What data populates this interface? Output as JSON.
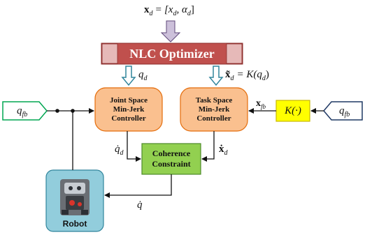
{
  "top_equation": {
    "lhs": "x",
    "lhs_sub": "d",
    "equals": "=",
    "rhs": "[x",
    "rhs_sub1": "d",
    "rhs_mid": ", α",
    "rhs_sub2": "d",
    "rhs_end": "]"
  },
  "optimizer": {
    "label": "NLC Optimizer",
    "fill": "#c0504d",
    "light_fill": "#e6b9b8"
  },
  "left_q_label": {
    "main": "q",
    "sub": "d"
  },
  "right_x_label": {
    "main": "x̃",
    "sub": "d",
    "eq": "= K(q",
    "eq_sub": "d",
    "eq_end": ")"
  },
  "joint_controller": {
    "line1": "Joint Space",
    "line2": "Min-Jerk",
    "line3": "Controller",
    "fill": "#fac08f",
    "border": "#e46c0a"
  },
  "task_controller": {
    "line1": "Task Space",
    "line2": "Min-Jerk",
    "line3": "Controller",
    "fill": "#fac08f",
    "border": "#e46c0a"
  },
  "feedback_left": {
    "main": "q",
    "sub": "fb",
    "border": "#00a651"
  },
  "feedback_right": {
    "main": "q",
    "sub": "fb",
    "border": "#1f3864"
  },
  "k_block": {
    "label": "K(·)",
    "fill": "#ffff00",
    "border": "#c9b800"
  },
  "x_fb_label": {
    "main": "x",
    "sub": "fb"
  },
  "qdot_d_label": {
    "main": "q̇",
    "sub": "d"
  },
  "xdot_d_label": {
    "main": "ẋ",
    "sub": "d"
  },
  "coherence": {
    "line1": "Coherence",
    "line2": "Constraint",
    "fill": "#92d050",
    "border": "#4e8a2a"
  },
  "qdot_label": {
    "main": "q̇"
  },
  "robot": {
    "label": "Robot",
    "fill": "#92cddc",
    "border": "#31859c"
  },
  "arrow_fill": "#b7dee8",
  "arrow_border": "#31859c",
  "down_arrow_fill": "#ccc0da",
  "down_arrow_border": "#5f497a"
}
